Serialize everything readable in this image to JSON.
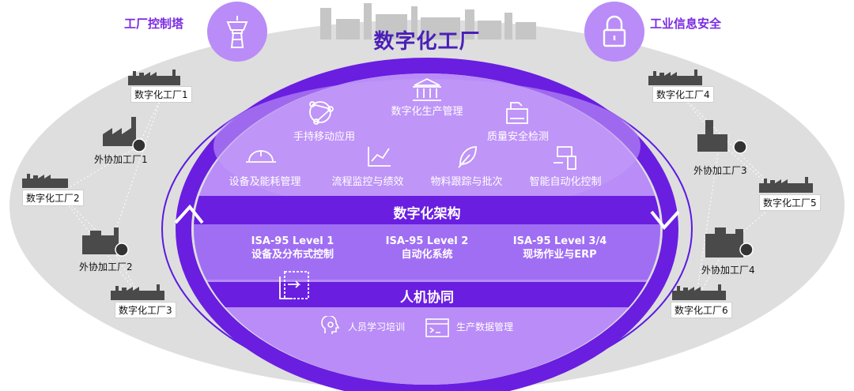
{
  "title": "数字化工厂",
  "corners": {
    "left": {
      "label": "工厂控制塔",
      "icon": "control-tower-icon"
    },
    "right": {
      "label": "工业信息安全",
      "icon": "lock-icon"
    }
  },
  "left_sites": [
    {
      "label": "数字化工厂1",
      "kind": "digital"
    },
    {
      "label": "外协加工厂1",
      "kind": "outsource"
    },
    {
      "label": "数字化工厂2",
      "kind": "digital"
    },
    {
      "label": "外协加工厂2",
      "kind": "outsource"
    },
    {
      "label": "数字化工厂3",
      "kind": "digital"
    }
  ],
  "right_sites": [
    {
      "label": "数字化工厂4",
      "kind": "digital"
    },
    {
      "label": "外协加工厂3",
      "kind": "outsource"
    },
    {
      "label": "数字化工厂5",
      "kind": "digital"
    },
    {
      "label": "外协加工厂4",
      "kind": "outsource"
    },
    {
      "label": "数字化工厂6",
      "kind": "digital"
    }
  ],
  "apps": [
    {
      "label": "数字化生产管理",
      "icon": "bank-icon"
    },
    {
      "label": "手持移动应用",
      "icon": "network-icon"
    },
    {
      "label": "质量安全检测",
      "icon": "inspection-icon"
    },
    {
      "label": "设备及能耗管理",
      "icon": "helmet-icon"
    },
    {
      "label": "流程监控与绩效",
      "icon": "line-chart-icon"
    },
    {
      "label": "物料跟踪与批次",
      "icon": "leaf-icon"
    },
    {
      "label": "智能自动化控制",
      "icon": "devices-icon"
    }
  ],
  "architecture": {
    "label": "数字化架构",
    "levels": [
      {
        "name": "ISA-95 Level 1",
        "desc": "设备及分布式控制"
      },
      {
        "name": "ISA-95 Level 2",
        "desc": "自动化系统"
      },
      {
        "name": "ISA-95 Level 3/4",
        "desc": "现场作业与ERP"
      }
    ]
  },
  "collaboration": {
    "label": "人机协同",
    "items": [
      {
        "label": "人员学习培训",
        "icon": "brain-gear-icon"
      },
      {
        "label": "生产数据管理",
        "icon": "terminal-window-icon"
      }
    ]
  },
  "colors": {
    "outer_ellipse": "#dedede",
    "ring": "#6a1ee0",
    "inner_fill": "#b98cf7",
    "band": "#6a1ee0",
    "title": "#4a1fb8",
    "corner_circle": "#b98cf7"
  }
}
